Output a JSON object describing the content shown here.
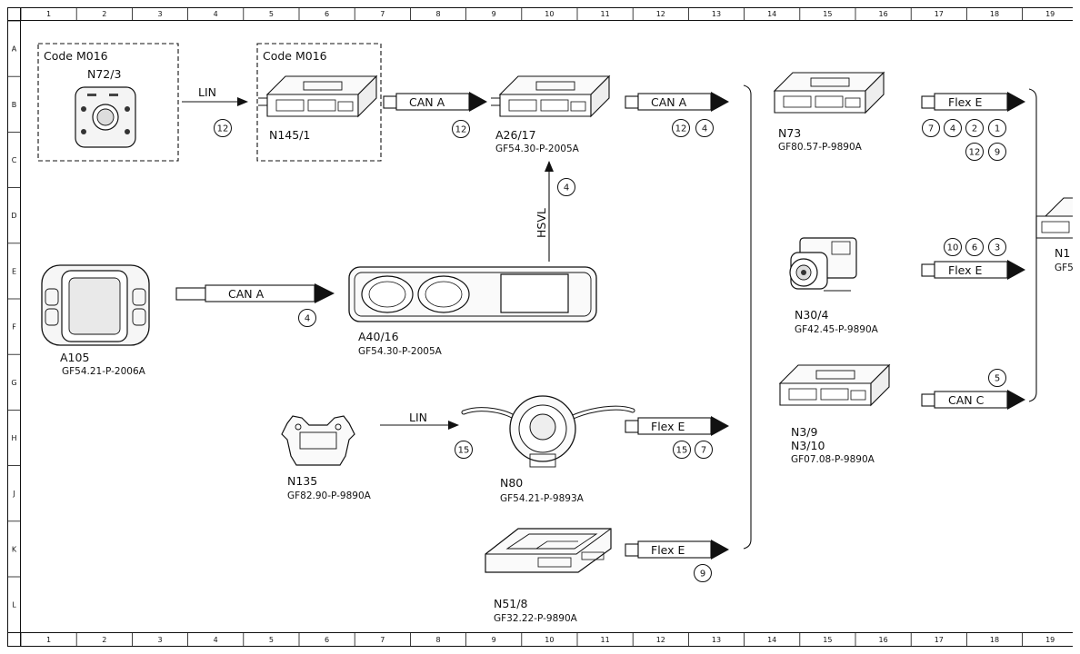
{
  "grid": {
    "columns": [
      "1",
      "2",
      "3",
      "4",
      "5",
      "6",
      "7",
      "8",
      "9",
      "10",
      "11",
      "12",
      "13",
      "14",
      "15",
      "16",
      "17",
      "18",
      "19"
    ],
    "rows": [
      "A",
      "B",
      "C",
      "D",
      "E",
      "F",
      "G",
      "H",
      "J",
      "K",
      "L"
    ]
  },
  "groups": [
    {
      "id": "g-n72-3",
      "title": "Code M016"
    },
    {
      "id": "g-n145-1",
      "title": "Code M016"
    }
  ],
  "components": [
    {
      "id": "n72-3",
      "name": "N72/3",
      "code": ""
    },
    {
      "id": "n145-1",
      "name": "N145/1",
      "code": ""
    },
    {
      "id": "a26-17",
      "name": "A26/17",
      "code": "GF54.30-P-2005A"
    },
    {
      "id": "n73",
      "name": "N73",
      "code": "GF80.57-P-9890A"
    },
    {
      "id": "n30-4",
      "name": "N30/4",
      "code": "GF42.45-P-9890A"
    },
    {
      "id": "n3-9",
      "name": "N3/9",
      "name2": "N3/10",
      "code": "GF07.08-P-9890A"
    },
    {
      "id": "a105",
      "name": "A105",
      "code": "GF54.21-P-2006A"
    },
    {
      "id": "a40-16",
      "name": "A40/16",
      "code": "GF54.30-P-2005A"
    },
    {
      "id": "n135",
      "name": "N135",
      "code": "GF82.90-P-9890A"
    },
    {
      "id": "n80",
      "name": "N80",
      "code": "GF54.21-P-9893A"
    },
    {
      "id": "n51-8",
      "name": "N51/8",
      "code": "GF32.22-P-9890A"
    },
    {
      "id": "n1-cut",
      "name": "N1",
      "code": "GF5"
    }
  ],
  "connectors": [
    {
      "id": "lin-top",
      "label": "LIN"
    },
    {
      "id": "lin-bottom",
      "label": "LIN"
    },
    {
      "id": "hsvl",
      "label": "HSVL"
    }
  ],
  "buses": [
    {
      "id": "bus-n145-a26",
      "label": "CAN A"
    },
    {
      "id": "bus-a26-out",
      "label": "CAN A"
    },
    {
      "id": "bus-a105-a40",
      "label": "CAN A"
    },
    {
      "id": "bus-n73-out",
      "label": "Flex E"
    },
    {
      "id": "bus-n30-out",
      "label": "Flex E"
    },
    {
      "id": "bus-n3-out",
      "label": "CAN C"
    },
    {
      "id": "bus-n80-out",
      "label": "Flex E"
    },
    {
      "id": "bus-n51-out",
      "label": "Flex E"
    }
  ],
  "markers": [
    {
      "id": "m-lin-top",
      "value": "12"
    },
    {
      "id": "m-can-n145",
      "value": "12"
    },
    {
      "id": "m-a26-a",
      "value": "12"
    },
    {
      "id": "m-a26-b",
      "value": "4"
    },
    {
      "id": "m-hsvl",
      "value": "4"
    },
    {
      "id": "m-n73-1",
      "value": "7"
    },
    {
      "id": "m-n73-2",
      "value": "4"
    },
    {
      "id": "m-n73-3",
      "value": "2"
    },
    {
      "id": "m-n73-4",
      "value": "1"
    },
    {
      "id": "m-n73-5",
      "value": "12"
    },
    {
      "id": "m-n73-6",
      "value": "9"
    },
    {
      "id": "m-n30-1",
      "value": "10"
    },
    {
      "id": "m-n30-2",
      "value": "6"
    },
    {
      "id": "m-n30-3",
      "value": "3"
    },
    {
      "id": "m-n3",
      "value": "5"
    },
    {
      "id": "m-a105",
      "value": "4"
    },
    {
      "id": "m-lin-bottom",
      "value": "15"
    },
    {
      "id": "m-n80-1",
      "value": "15"
    },
    {
      "id": "m-n80-2",
      "value": "7"
    },
    {
      "id": "m-n51",
      "value": "9"
    }
  ]
}
